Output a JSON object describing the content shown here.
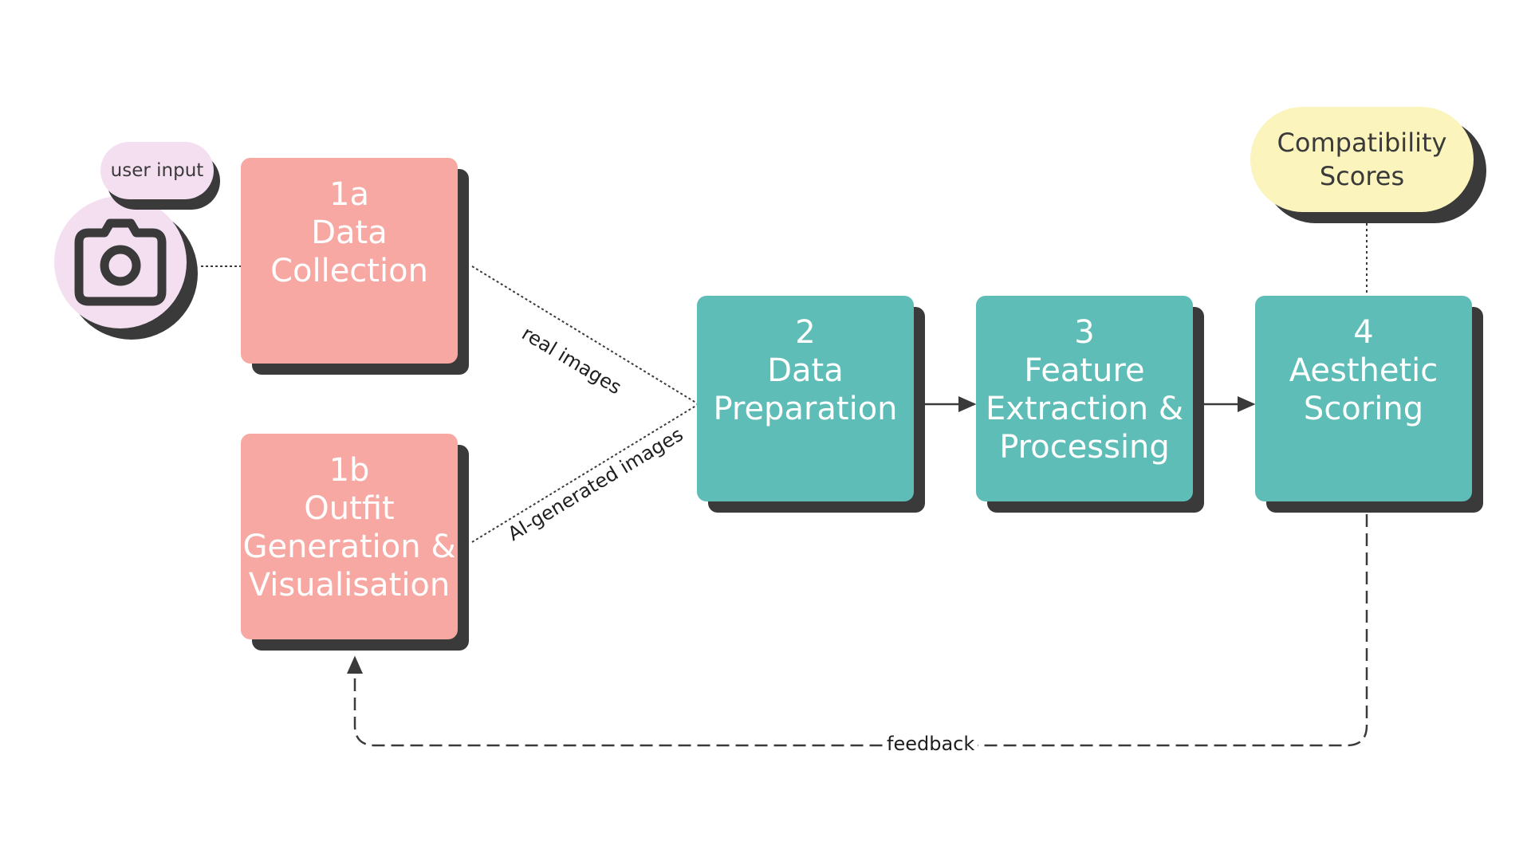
{
  "nodes": {
    "user_input": {
      "label": "user input"
    },
    "camera": {
      "icon": "camera-icon"
    },
    "data_collection": {
      "lines": [
        "1a",
        "Data",
        "Collection"
      ]
    },
    "outfit_generation": {
      "lines": [
        "1b",
        "Outfit",
        "Generation &",
        "Visualisation"
      ]
    },
    "data_preparation": {
      "lines": [
        "2",
        "Data",
        "Preparation"
      ]
    },
    "feature_extraction": {
      "lines": [
        "3",
        "Feature",
        "Extraction &",
        "Processing"
      ]
    },
    "aesthetic_scoring": {
      "lines": [
        "4",
        "Aesthetic",
        "Scoring"
      ]
    },
    "compatibility_scores": {
      "lines": [
        "Compatibility",
        "Scores"
      ]
    }
  },
  "edges": {
    "real_images": "real images",
    "ai_generated_images": "AI-generated images",
    "feedback": "feedback"
  },
  "colors": {
    "stage_1": "#f7a8a2",
    "stages_2_to_4": "#5fbdb7",
    "output": "#fbf4bd",
    "input": "#f4dff0",
    "shadow": "#3a3a3a",
    "connector": "#3a3a3a"
  }
}
